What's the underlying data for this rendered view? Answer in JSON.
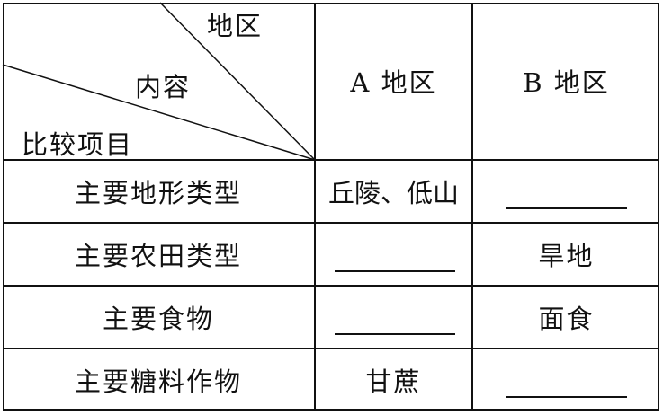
{
  "header": {
    "corner": {
      "top_right_label": "地区",
      "middle_label": "内容",
      "bottom_left_label": "比较项目"
    },
    "columns": [
      "A 地区",
      "B 地区"
    ]
  },
  "rows": [
    {
      "label": "主要地形类型",
      "a": "丘陵、低山",
      "b": ""
    },
    {
      "label": "主要农田类型",
      "a": "",
      "b": "旱地"
    },
    {
      "label": "主要食物",
      "a": "",
      "b": "面食"
    },
    {
      "label": "主要糖料作物",
      "a": "甘蔗",
      "b": ""
    }
  ],
  "colors": {
    "line": "#111111",
    "background": "#ffffff"
  }
}
